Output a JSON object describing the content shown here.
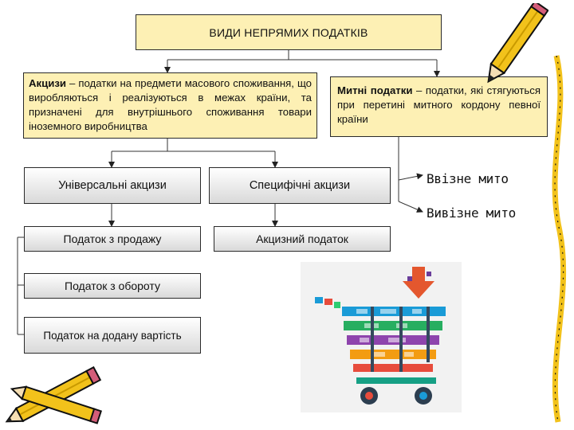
{
  "diagram": {
    "title": "ВИДИ НЕПРЯМИХ ПОДАТКІВ",
    "excise": {
      "term": "Акцизи",
      "definition": " – податки на предмети масового споживання, що виробляються і реалізуються в межах країни, та призначені для внутрішнього споживання товари іноземного виробництва"
    },
    "customs": {
      "term": "Митні податки",
      "definition": " – податки, які стягуються при перетині митного кордону певної країни"
    },
    "universal_excise": "Універсальні акцизи",
    "specific_excise": "Специфічні акцизи",
    "import_duty": "Ввізне мито",
    "export_duty": "Вивізне мито",
    "sales_tax": "Податок з продажу",
    "excise_tax": "Акцизний податок",
    "turnover_tax": "Податок з обороту",
    "vat": "Податок на додану вартість"
  },
  "colors": {
    "yellow_box": "#fdf0b4",
    "pencil_body": "#f2c21b",
    "pencil_tip": "#c0392b"
  },
  "decorations": [
    "pencil-icon",
    "pencil-icon",
    "pencil-icon",
    "shopping-cart-collage-icon"
  ]
}
